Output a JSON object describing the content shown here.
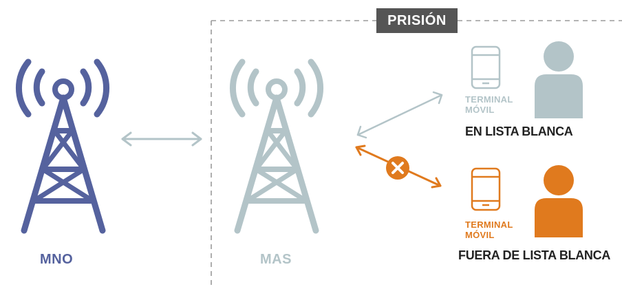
{
  "colors": {
    "mno_blue": "#55629e",
    "mas_grey": "#b3c4c8",
    "accent_orange": "#e07a1e",
    "badge_grey": "#555555",
    "dashed_border": "#9a9a9a",
    "text_dark": "#222222"
  },
  "prison": {
    "label": "PRISIÓN"
  },
  "mno": {
    "label": "MNO",
    "icon": "cell-tower-icon"
  },
  "mas": {
    "label": "MAS",
    "icon": "cell-tower-icon"
  },
  "whitelisted": {
    "device_label_line1": "TERMINAL",
    "device_label_line2": "MÓVIL",
    "status": "EN LISTA BLANCA",
    "icons": [
      "smartphone-icon",
      "person-icon"
    ],
    "connection": "allowed"
  },
  "not_whitelisted": {
    "device_label_line1": "TERMINAL",
    "device_label_line2": "MÓVIL",
    "status": "FUERA DE LISTA BLANCA",
    "icons": [
      "smartphone-icon",
      "person-icon"
    ],
    "connection": "blocked",
    "block_icon": "close-icon"
  }
}
